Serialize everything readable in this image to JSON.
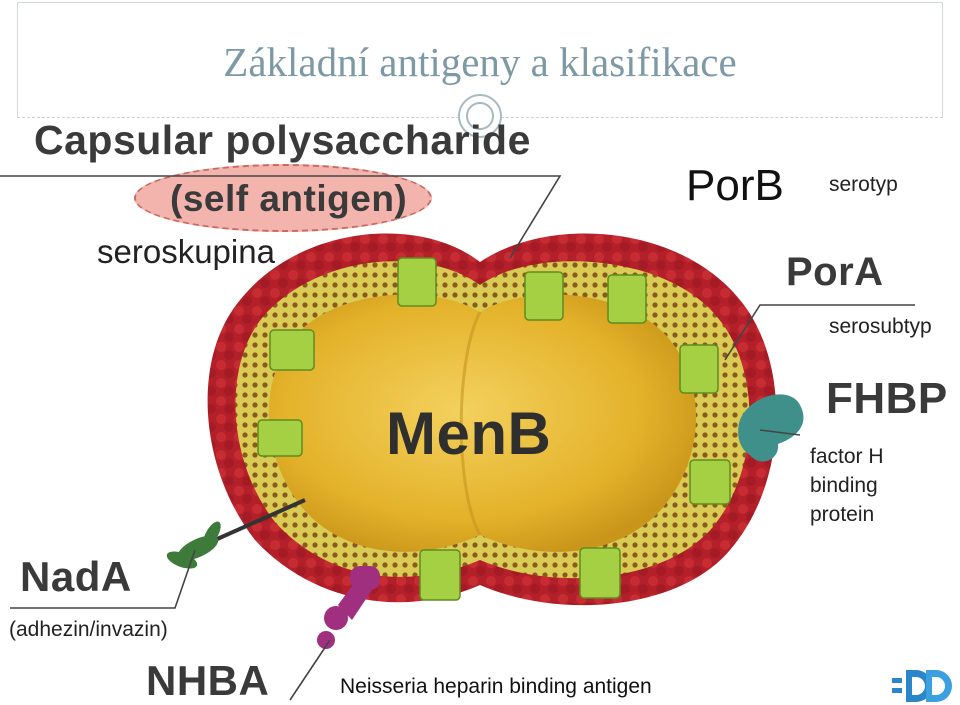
{
  "slide": {
    "title": "Základní antigeny a klasifikace"
  },
  "diagram": {
    "center_label": "MenB",
    "labels": {
      "capsular": "Capsular polysaccharide",
      "self_antigen": "(self antigen)",
      "seroskupina": "seroskupina",
      "porb": "PorB",
      "serotyp": "serotyp",
      "pora": "PorA",
      "serosubtyp": "serosubtyp",
      "fhbp": "FHBP",
      "fhbp_desc_1": "factor H",
      "fhbp_desc_2": "binding",
      "fhbp_desc_3": "protein",
      "nada": "NadA",
      "nada_desc": "(adhezin/invazin)",
      "nhba": "NHBA",
      "nhba_desc": "Neisseria heparin binding antigen"
    },
    "colors": {
      "capsule": "#b3202a",
      "membrane": "#d4c64a",
      "cell_body": "#e8b92e",
      "porin": "#9dc83a",
      "fhbp_protein": "#3f8f8a",
      "nhba_protein": "#a0307f",
      "nada_protein": "#3e7a3a",
      "self_antigen_highlight": "#f2b4ad",
      "title_text": "#7d99a5",
      "label_text": "#3a3a3a"
    }
  },
  "logo": {
    "icon": "dd-logo-icon"
  }
}
